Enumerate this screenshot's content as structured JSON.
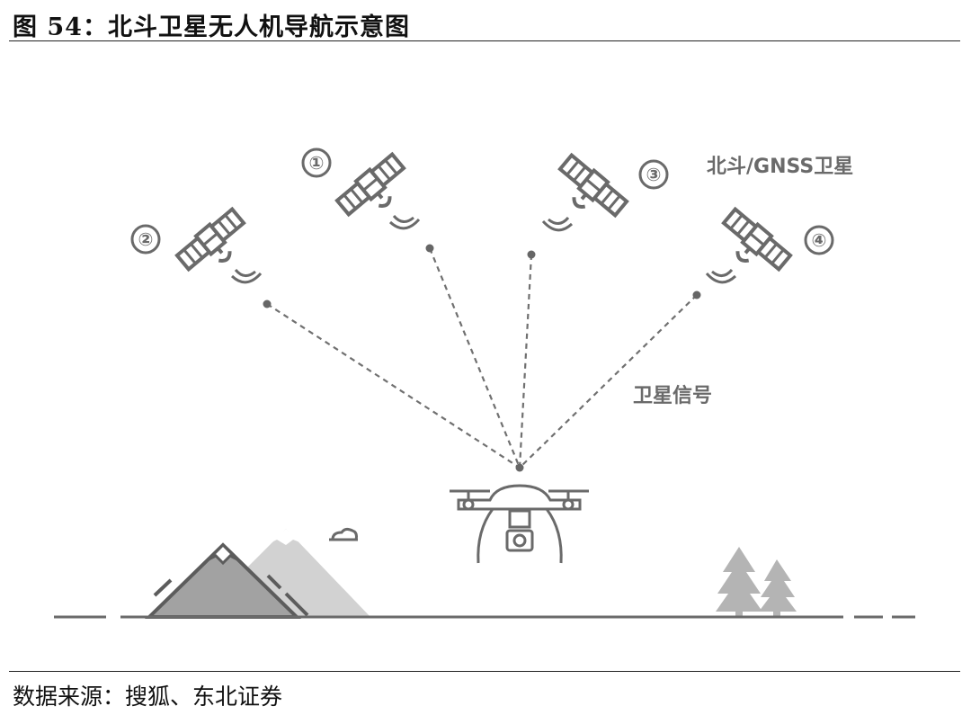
{
  "header": {
    "title": "图 54：北斗卫星无人机导航示意图"
  },
  "diagram": {
    "satellites": [
      {
        "number": "①"
      },
      {
        "number": "②"
      },
      {
        "number": "③"
      },
      {
        "number": "④"
      }
    ],
    "constellation_label": "北斗/GNSS卫星",
    "signal_label": "卫星信号"
  },
  "footer": {
    "source": "数据来源：搜狐、东北证券"
  },
  "colors": {
    "line": "#707070",
    "mountain_dark": "#9a9a9a",
    "mountain_light": "#cfcfcf",
    "tree": "#b4b4b4"
  }
}
